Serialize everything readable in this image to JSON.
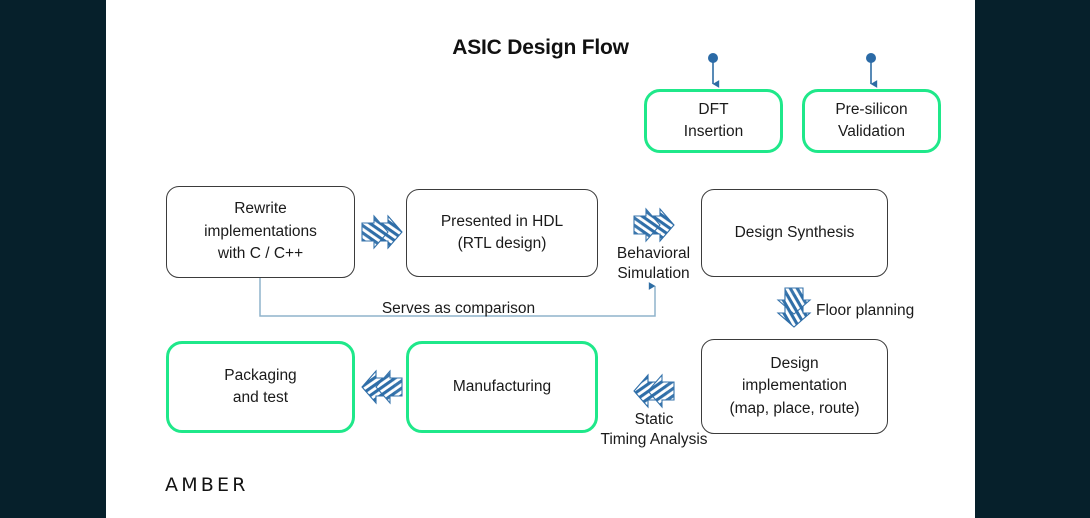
{
  "slide": {
    "title": "ASIC Design Flow",
    "logo": "AMBER",
    "accent_green": "#1fe88a",
    "accent_blue": "#2e6da4",
    "box_border_dark": "#3b3b3b",
    "background": "#ffffff",
    "panel_background": "#06202b"
  },
  "boxes": [
    {
      "id": "dft-insertion",
      "label": "DFT\nInsertion",
      "style": "green"
    },
    {
      "id": "pre-silicon-validation",
      "label": "Pre-silicon\nValidation",
      "style": "green"
    },
    {
      "id": "design-synthesis",
      "label": "Design Synthesis",
      "style": "dark"
    },
    {
      "id": "rewrite-implementations",
      "label": "Rewrite\nimplementations\nwith C / C++",
      "style": "dark"
    },
    {
      "id": "presented-in-hdl",
      "label": "Presented in HDL\n(RTL design)",
      "style": "dark"
    },
    {
      "id": "design-implementation",
      "label": "Design\nimplementation\n(map, place, route)",
      "style": "dark"
    },
    {
      "id": "manufacturing",
      "label": "Manufacturing",
      "style": "green"
    },
    {
      "id": "packaging-and-test",
      "label": "Packaging\nand test",
      "style": "green"
    }
  ],
  "labels": {
    "behavioral_simulation": "Behavioral\nSimulation",
    "serves_as_comparison": "Serves as comparison",
    "floor_planning": "Floor planning",
    "static_timing_analysis": "Static\nTiming Analysis"
  },
  "arrows": [
    {
      "id": "hdl-arrow",
      "direction": "right",
      "style": "striped-blue"
    },
    {
      "id": "behavioral-arrow",
      "direction": "right",
      "style": "striped-blue"
    },
    {
      "id": "floor-planning-arrow",
      "direction": "down",
      "style": "striped-blue"
    },
    {
      "id": "static-timing-arrow",
      "direction": "left",
      "style": "striped-blue"
    },
    {
      "id": "manufacturing-arrow",
      "direction": "left",
      "style": "striped-blue"
    }
  ],
  "connectors": [
    {
      "id": "dft-to-synthesis",
      "from": "dft-insertion",
      "to": "design-synthesis",
      "type": "dot-arrow-down"
    },
    {
      "id": "validation-to-synthesis",
      "from": "pre-silicon-validation",
      "to": "design-synthesis",
      "type": "dot-arrow-down"
    },
    {
      "id": "comparison-elbow",
      "from": "rewrite-implementations",
      "to": "behavioral-simulation",
      "type": "elbow-arrow-up"
    }
  ]
}
